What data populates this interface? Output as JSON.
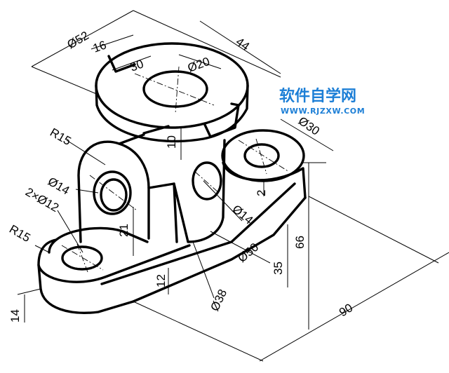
{
  "dimensions": {
    "d_top": "Ø52",
    "slot_width": "16",
    "slot_length": "30",
    "overall_depth": "44",
    "top_hole": "Ø20",
    "flange_thickness": "10",
    "right_boss": "Ø30",
    "boss_step": "2",
    "upper_radius": "R15",
    "cross_hole": "Ø14",
    "base_holes": "2×Ø12",
    "base_radius": "R15",
    "side_hole": "Ø14",
    "cross_hole_height": "21",
    "base_thickness": "14",
    "rib_height": "12",
    "cylinder_dia": "Ø38",
    "boss_dia": "Ø50",
    "height_35": "35",
    "overall_height": "66",
    "overall_length": "90"
  },
  "watermark": {
    "title": "软件自学网",
    "url": "WWW.RJZXW.COM",
    "color": "#1d7fd6"
  }
}
